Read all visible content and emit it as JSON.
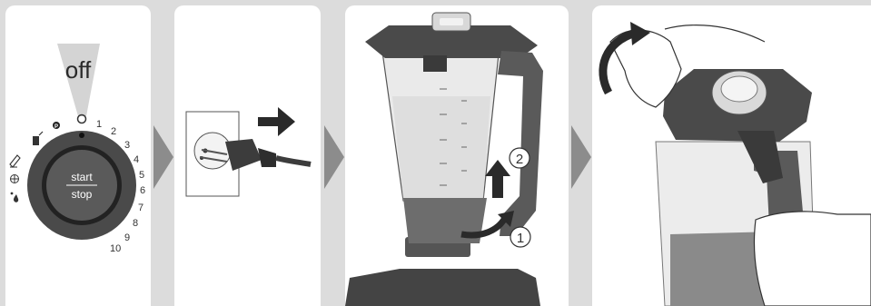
{
  "dial": {
    "off_label": "off",
    "start_label": "start",
    "stop_label": "stop",
    "speed_numbers": [
      "1",
      "2",
      "3",
      "4",
      "5",
      "6",
      "7",
      "8",
      "9",
      "10"
    ],
    "program_icons": [
      "ice-crush-icon",
      "smoothie-icon",
      "clean-icon",
      "frozen-icon",
      "pulse-icon"
    ]
  },
  "step_badges": [
    "1",
    "2"
  ],
  "colors": {
    "background": "#dcdcdc",
    "panel": "#ffffff",
    "chevron": "#8c8c8c",
    "dark_grey": "#4a4a4a",
    "mid_grey": "#6d6d6d"
  }
}
